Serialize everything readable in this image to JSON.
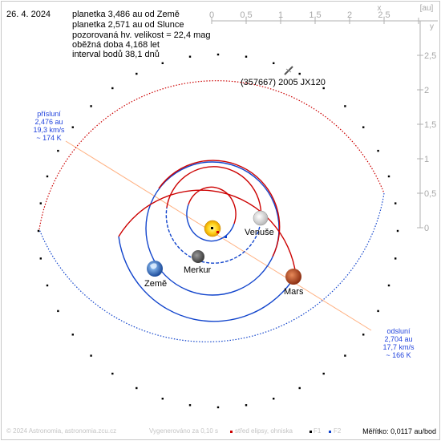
{
  "header": {
    "date": "26. 4. 2024",
    "lines": [
      "planetka 3,486 au od Země",
      "planetka 2,571 au od Slunce",
      "pozorovaná hv. velikost = 22,4 mag",
      "oběžná doba 4,168 let",
      "interval bodů 38,1 dnů"
    ]
  },
  "axes": {
    "x_unit": "[au]",
    "x_letter": "x",
    "y_letter": "y",
    "x_ticks": [
      "0",
      "0,5",
      "1",
      "1,5",
      "2",
      "2,5"
    ],
    "y_ticks": [
      "2,5",
      "2",
      "1,5",
      "1",
      "0,5",
      "0"
    ]
  },
  "bodies": {
    "asteroid": "(357667) 2005 JX120",
    "venus": "Venuše",
    "mercury": "Merkur",
    "earth": "Země",
    "mars": "Mars"
  },
  "perihelion": {
    "lines": [
      "přísluní",
      "2,476 au",
      "19,3 km/s",
      "~ 174 K"
    ]
  },
  "aphelion": {
    "lines": [
      "odsluní",
      "2,704 au",
      "17,7 km/s",
      "~ 166 K"
    ]
  },
  "footer": {
    "copyright": "© 2024 Astronomia, astronomia.zcu.cz",
    "generated": "Vygenerováno za 0,10 s",
    "legend_center": "střed elipsy, ohniska",
    "legend_f1": "F1",
    "legend_f2": "F2",
    "scale": "Měřítko: 0,0117 au/bod"
  },
  "colors": {
    "asteroid_orbit_near": "#cc0000",
    "asteroid_orbit_far": "#1144cc",
    "planet_orbit_above": "#cc0000",
    "planet_orbit_below": "#1144cc",
    "apsis_line": "#ffb080",
    "label": "#2244dd"
  }
}
